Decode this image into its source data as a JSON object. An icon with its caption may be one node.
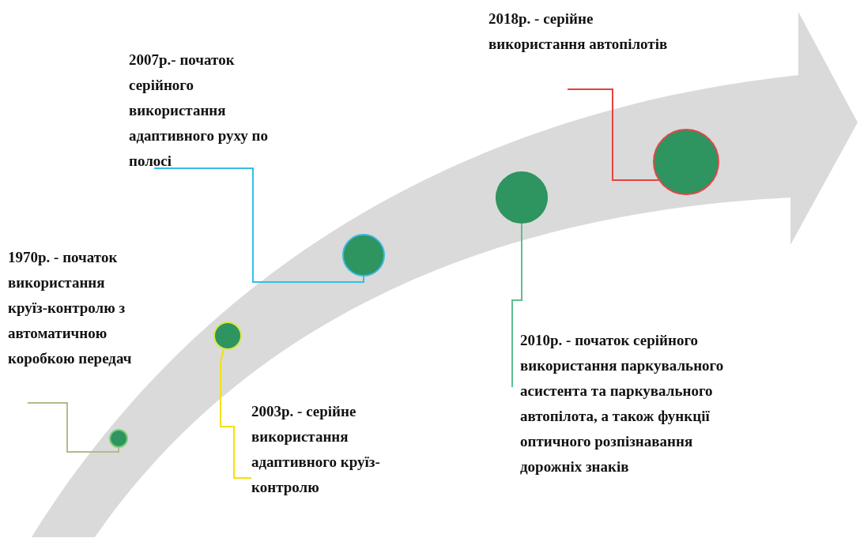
{
  "diagram": {
    "nodes": [
      {
        "text": [
          "2018р. - серійне використання автопілотів"
        ]
      },
      {
        "text": [
          "2007р.- початок серійного використання адаптивного руху по полосі"
        ]
      },
      {
        "text": [
          "1970р. - початок використання круїз-контролю з автоматичною коробкою передач"
        ]
      },
      {
        "text": [
          "2003р. - серійне використання адаптивного круїз-контролю"
        ]
      },
      {
        "text": [
          "2010р. - початок серійного використання паркувального асистента та паркувального автопілота, а також функції оптичного розпізнавання дорожніх знаків"
        ]
      },
      {
        "text": [],
        "shape": "circle"
      },
      {
        "text": [],
        "shape": "circle"
      },
      {
        "text": [],
        "shape": "circle"
      },
      {
        "text": [],
        "shape": "circle"
      },
      {
        "text": [],
        "shape": "circle"
      }
    ],
    "edges": [
      {
        "from": 2,
        "to": 5,
        "arrow": "none",
        "color": "#b8b88c"
      },
      {
        "from": 3,
        "to": 6,
        "arrow": "none",
        "color": "#f2e200"
      },
      {
        "from": 1,
        "to": 7,
        "arrow": "none",
        "color": "#35bde8"
      },
      {
        "from": 4,
        "to": 8,
        "arrow": "none",
        "color": "#5cbf8c"
      },
      {
        "from": 0,
        "to": 9,
        "arrow": "none",
        "color": "#e84040"
      }
    ]
  }
}
